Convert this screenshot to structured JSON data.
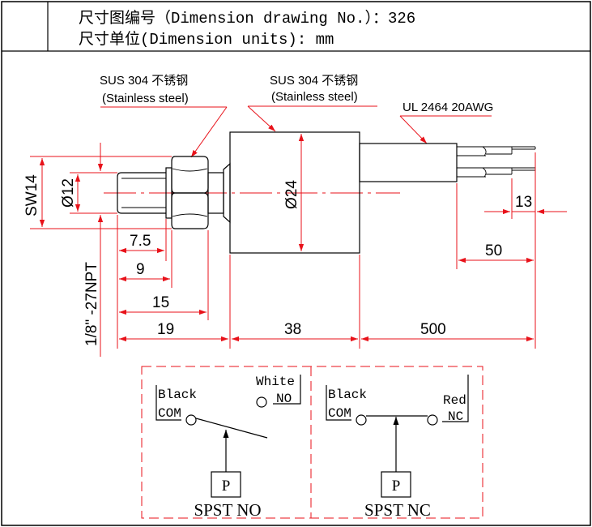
{
  "header": {
    "drawing_no_label": "尺寸图编号（Dimension drawing No.）：326",
    "units_label": "尺寸单位(Dimension units): mm"
  },
  "callouts": {
    "fitting_material": "SUS 304 不锈钢",
    "fitting_material_en": "(Stainless steel)",
    "body_material": "SUS 304 不锈钢",
    "body_material_en": "(Stainless steel)",
    "cable": "UL 2464 20AWG"
  },
  "dimensions": {
    "sw": "SW14",
    "d12": "Ø12",
    "d24": "Ø24",
    "thread": "1/8\" -27NPT",
    "d7_5": "7.5",
    "d9": "9",
    "d15": "15",
    "d19": "19",
    "d38": "38",
    "d500": "500",
    "d50": "50",
    "d13": "13"
  },
  "switches": {
    "no": {
      "com_color": "Black",
      "com_label": "COM",
      "out_color": "White",
      "out_label": "NO",
      "actuator": "P",
      "title": "SPST NO"
    },
    "nc": {
      "com_color": "Black",
      "com_label": "COM",
      "out_color": "Red",
      "out_label": "NC",
      "actuator": "P",
      "title": "SPST NC"
    }
  },
  "colors": {
    "dimension_line": "#e8121a",
    "outline": "#000000"
  }
}
